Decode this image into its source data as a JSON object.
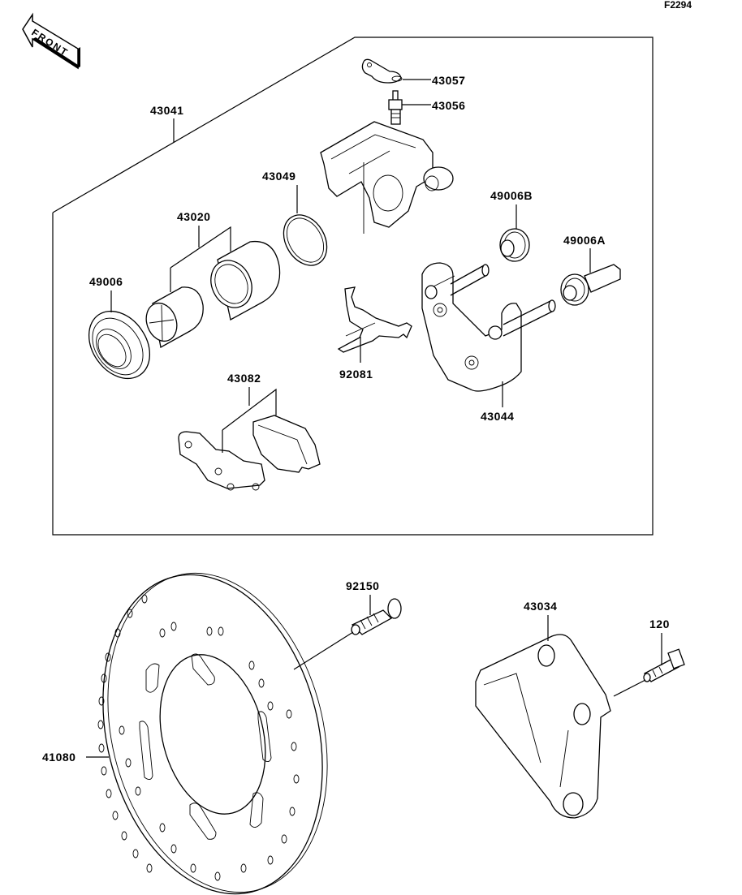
{
  "diagram": {
    "figure_code": "F2294",
    "direction_indicator": "FRONT",
    "callouts": [
      {
        "id": "43041",
        "part": "caliper-assembly"
      },
      {
        "id": "43057",
        "part": "bleeder-cap"
      },
      {
        "id": "43056",
        "part": "bleeder-valve"
      },
      {
        "id": "43049",
        "part": "piston-seal"
      },
      {
        "id": "43020",
        "part": "piston-set"
      },
      {
        "id": "49006",
        "part": "dust-seal"
      },
      {
        "id": "49006B",
        "part": "boot-b"
      },
      {
        "id": "49006A",
        "part": "boot-a"
      },
      {
        "id": "92081",
        "part": "pad-spring"
      },
      {
        "id": "43044",
        "part": "caliper-holder"
      },
      {
        "id": "43082",
        "part": "brake-pad-set"
      },
      {
        "id": "92150",
        "part": "disc-bolt"
      },
      {
        "id": "41080",
        "part": "brake-disc"
      },
      {
        "id": "43034",
        "part": "caliper-bracket"
      },
      {
        "id": "120",
        "part": "bracket-bolt"
      }
    ]
  }
}
